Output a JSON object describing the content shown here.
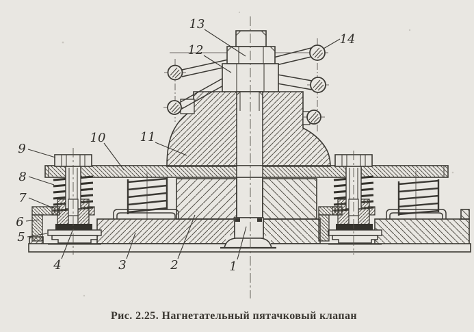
{
  "figure": {
    "caption": "Рис. 2.25. Нагнетательный пятачковый клапан"
  },
  "part_labels": [
    {
      "n": "1"
    },
    {
      "n": "2"
    },
    {
      "n": "3"
    },
    {
      "n": "4"
    },
    {
      "n": "5"
    },
    {
      "n": "6"
    },
    {
      "n": "7"
    },
    {
      "n": "8"
    },
    {
      "n": "9"
    },
    {
      "n": "10"
    },
    {
      "n": "11"
    },
    {
      "n": "12"
    },
    {
      "n": "13"
    },
    {
      "n": "14"
    }
  ],
  "colors": {
    "paper": "#e9e7e2",
    "ink": "#3b3934",
    "hatch": "#57544b"
  }
}
